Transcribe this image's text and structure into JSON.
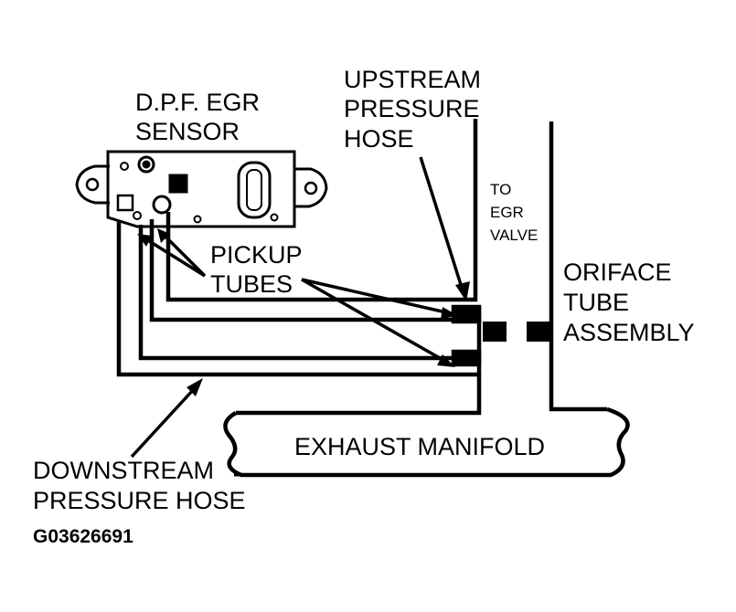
{
  "labels": {
    "sensor_line1": "D.P.F. EGR",
    "sensor_line2": "SENSOR",
    "upstream_line1": "UPSTREAM",
    "upstream_line2": "PRESSURE",
    "upstream_line3": "HOSE",
    "to_egr_line1": "TO",
    "to_egr_line2": "EGR",
    "to_egr_line3": "VALVE",
    "pickup_line1": "PICKUP",
    "pickup_line2": "TUBES",
    "oriface_line1": "ORIFACE",
    "oriface_line2": "TUBE",
    "oriface_line3": "ASSEMBLY",
    "exhaust_manifold": "EXHAUST MANIFOLD",
    "downstream_line1": "DOWNSTREAM",
    "downstream_line2": "PRESSURE HOSE",
    "figure_id": "G03626691"
  },
  "colors": {
    "ink": "#000000",
    "paper": "#ffffff"
  }
}
